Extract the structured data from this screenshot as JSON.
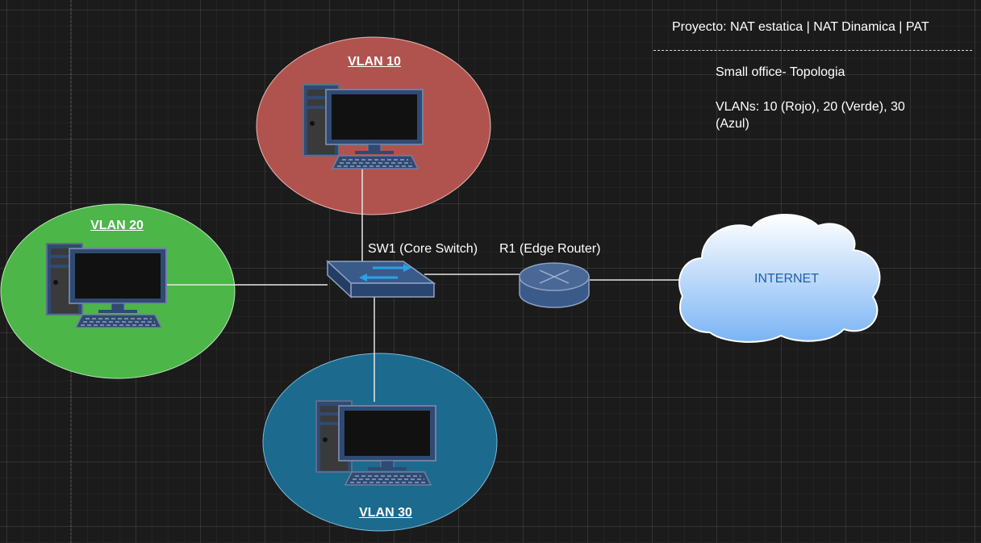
{
  "header": {
    "project_title": "Proyecto: NAT estatica | NAT Dinamica | PAT"
  },
  "notes": {
    "subtitle": "Small office- Topologia",
    "vlans_line": "VLANs: 10 (Rojo), 20 (Verde), 30 (Azul)"
  },
  "vlans": [
    {
      "label": "VLAN 10",
      "color": "#b0534f"
    },
    {
      "label": "VLAN 20",
      "color": "#4cb648"
    },
    {
      "label": "VLAN 30",
      "color": "#1c6a8e"
    }
  ],
  "devices": {
    "switch_label": "SW1 (Core Switch)",
    "router_label": "R1 (Edge Router)",
    "internet_label": "INTERNET"
  },
  "colors": {
    "background": "#1b1b1b",
    "link": "#e6e6e6",
    "device_blue": "#2f4a73",
    "arrow_blue": "#29a3e6",
    "cloud_top": "#ffffff",
    "cloud_bottom": "#7ab4f5"
  }
}
